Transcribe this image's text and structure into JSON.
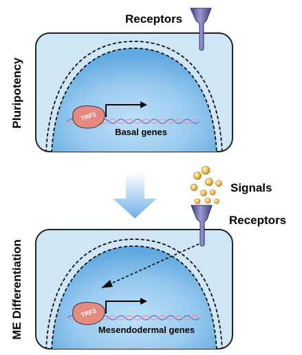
{
  "top_panel": {
    "side_label": "Pluripotency",
    "receptor_label": "Receptors",
    "factor_label": "TRF3",
    "gene_label": "Basal genes"
  },
  "bottom_panel": {
    "side_label": "ME Differentiation",
    "signals_label": "Signals",
    "receptor_label": "Receptors",
    "factor_label": "TRF3",
    "gene_label": "Mesendodermal genes"
  },
  "colors": {
    "cell_fill": "#cfe6f6",
    "nucleus_center": "#a9d3f2",
    "nucleus_edge": "#5fa8e0",
    "receptor": "#5a5aa0",
    "trf3": "#e58a80",
    "signal_ball": "#e6b24a",
    "dna_strand_1": "#6a77c8",
    "dna_strand_2": "#e59aa6",
    "transition_arrow": "#7fb9ec"
  }
}
